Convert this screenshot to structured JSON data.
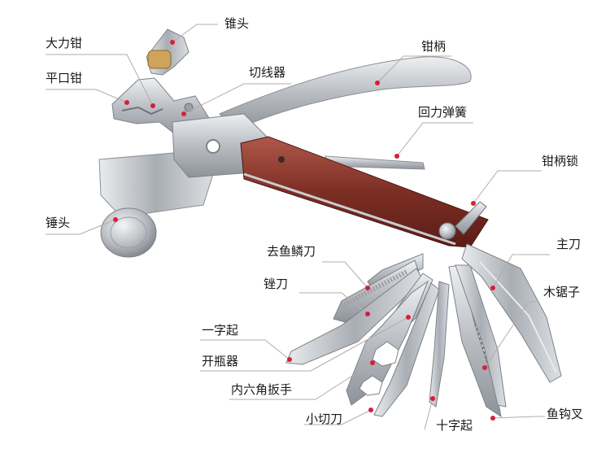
{
  "colors": {
    "leader": "#b8a8ac",
    "dot": "#d81e3a",
    "steel": "#c9ccd0",
    "wood": "#8a3a2c"
  },
  "labels": {
    "chuitou_top": "锥头",
    "dalijian": "大力钳",
    "pingkoujian": "平口钳",
    "jianbing": "钳柄",
    "qiexianqi": "切线器",
    "huilitanhuang": "回力弹簧",
    "jianbingsuo": "钳柄锁",
    "chuitou": "锤头",
    "quyulindao": "去鱼鳞刀",
    "zhudao": "主刀",
    "cuodao": "锉刀",
    "mujuzi": "木锯子",
    "yizi": "一字起",
    "kaipingqi": "开瓶器",
    "neiliujiao": "内六角扳手",
    "xiaoqiedao": "小切刀",
    "shiziqi": "十字起",
    "yugoucha": "鱼钩叉"
  }
}
